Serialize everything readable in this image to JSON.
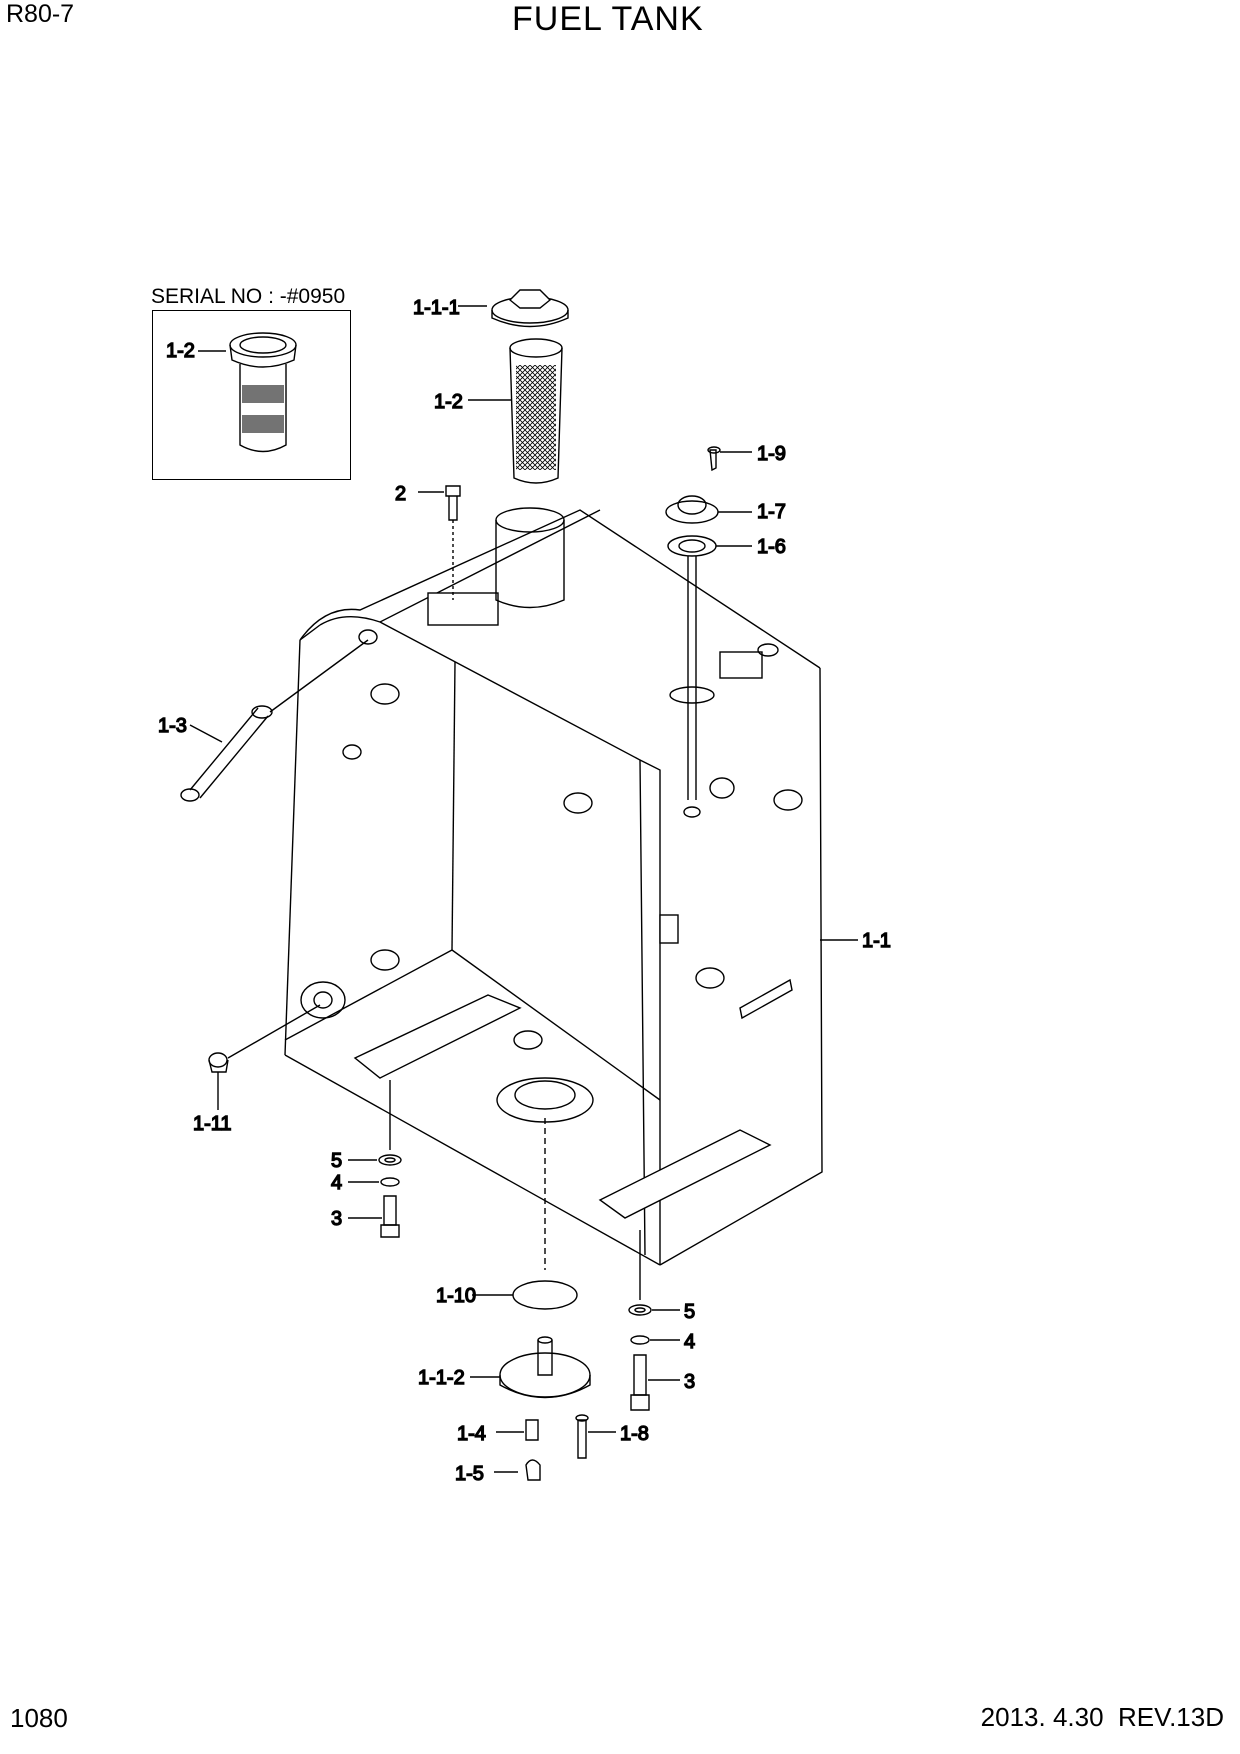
{
  "header": {
    "model": "R80-7",
    "title": "FUEL TANK"
  },
  "footer": {
    "page_number": "1080",
    "revision": "2013. 4.30  REV.13D"
  },
  "inset": {
    "serial_label": "SERIAL NO : -#0950",
    "callout": "1-2"
  },
  "callouts": {
    "c111": "1-1-1",
    "c12": "1-2",
    "c19": "1-9",
    "c2": "2",
    "c17": "1-7",
    "c16": "1-6",
    "c13": "1-3",
    "c11": "1-1",
    "c111b": "1-11",
    "c5a": "5",
    "c4a": "4",
    "c3a": "3",
    "c110": "1-10",
    "c5b": "5",
    "c4b": "4",
    "c3b": "3",
    "c112": "1-1-2",
    "c14": "1-4",
    "c18": "1-8",
    "c15": "1-5"
  }
}
